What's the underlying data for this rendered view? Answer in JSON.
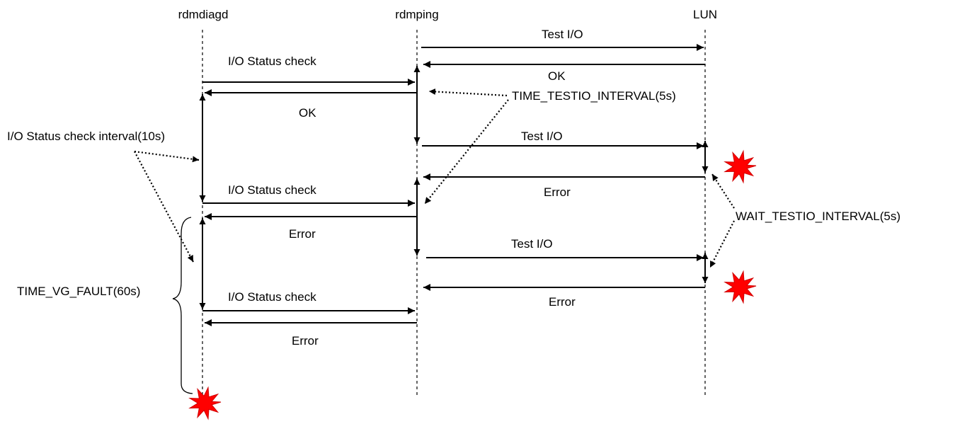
{
  "participants": {
    "rdmdiagd": "rdmdiagd",
    "rdmping": "rdmping",
    "lun": "LUN"
  },
  "messages": {
    "test_io_1": "Test I/O",
    "ok_lun_1": "OK",
    "status_check_1": "I/O Status check",
    "ok_diag_1": "OK",
    "test_io_2": "Test I/O",
    "error_lun_2": "Error",
    "status_check_2": "I/O Status check",
    "error_diag_2": "Error",
    "test_io_3": "Test I/O",
    "error_lun_3": "Error",
    "status_check_3": "I/O Status check",
    "error_diag_3": "Error"
  },
  "annotations": {
    "time_testio_interval": "TIME_TESTIO_INTERVAL(5s)",
    "status_check_interval": "I/O Status check interval(10s)",
    "wait_testio_interval": "WAIT_TESTIO_INTERVAL(5s)",
    "time_vg_fault": "TIME_VG_FAULT(60s)"
  },
  "colors": {
    "line": "#000000",
    "fault_burst": "#ff0000"
  }
}
